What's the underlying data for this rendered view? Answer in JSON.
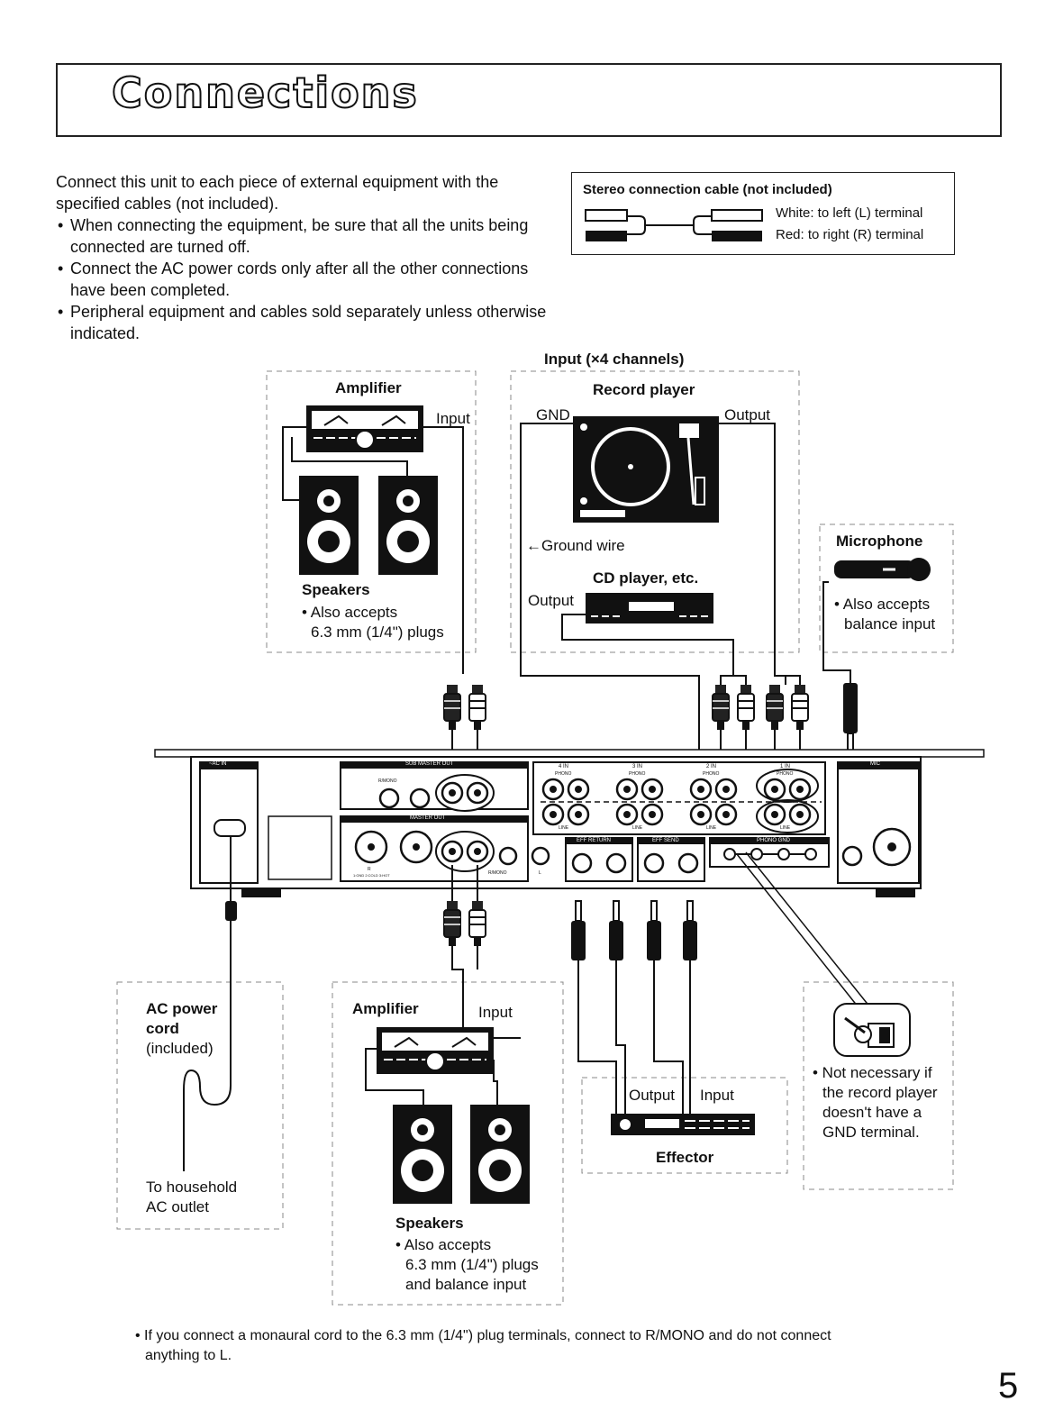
{
  "header": {
    "title": "Connections",
    "page_number": "5"
  },
  "intro": {
    "lead": "Connect this unit to each piece of external equipment with the specified cables (not included).",
    "bullets": [
      "When connecting the equipment, be sure that all the units being connected are turned off.",
      "Connect the AC power cords only after all the other connections have been completed.",
      "Peripheral equipment and cables sold separately unless otherwise indicated."
    ]
  },
  "cable_box": {
    "title": "Stereo connection cable (not included)",
    "white": "White: to left (L) terminal",
    "red": "Red: to right (R) terminal"
  },
  "top_left": {
    "amplifier": "Amplifier",
    "input": "Input",
    "speakers": "Speakers",
    "note1": "• Also accepts",
    "note2": "6.3 mm (1/4\") plugs"
  },
  "top_center": {
    "heading": "Input (×4 channels)",
    "record_player": "Record player",
    "gnd": "GND",
    "output": "Output",
    "ground_wire": "←Ground wire",
    "cd_player": "CD player, etc.",
    "cd_output": "Output"
  },
  "microphone": {
    "title": "Microphone",
    "note1": "• Also accepts",
    "note2": "balance input"
  },
  "panel": {
    "ac_in": "~AC IN",
    "sub_master_out": "SUB MASTER OUT",
    "master_out": "MASTER OUT",
    "ch4": "4 IN",
    "ch3": "3 IN",
    "ch2": "2 IN",
    "ch1": "1 IN",
    "phono": "PHONO",
    "line": "LINE",
    "eff_return": "EFF RETURN",
    "eff_send": "EFF SEND",
    "phono_gnd": "PHONO GND",
    "mic": "MIC",
    "r_mono": "R/MONO",
    "r": "R",
    "l": "L",
    "xlr_pins": "1:GND 2:COLD 3:HOT"
  },
  "ac_cord": {
    "title1": "AC power",
    "title2": "cord",
    "included": "(included)",
    "outlet1": "To household",
    "outlet2": "AC outlet"
  },
  "bottom_amp": {
    "amplifier": "Amplifier",
    "input": "Input",
    "speakers": "Speakers",
    "note1": "• Also accepts",
    "note2": "6.3 mm (1/4\") plugs",
    "note3": "and balance input"
  },
  "effector": {
    "title": "Effector",
    "output": "Output",
    "input": "Input"
  },
  "gnd_note": {
    "line1": "• Not necessary if",
    "line2": "the record player",
    "line3": "doesn't have a",
    "line4": "GND terminal."
  },
  "footer": {
    "line1": "• If you connect a monaural cord to the 6.3 mm (1/4\") plug terminals, connect to R/MONO and do not connect",
    "line2": "anything to L."
  }
}
